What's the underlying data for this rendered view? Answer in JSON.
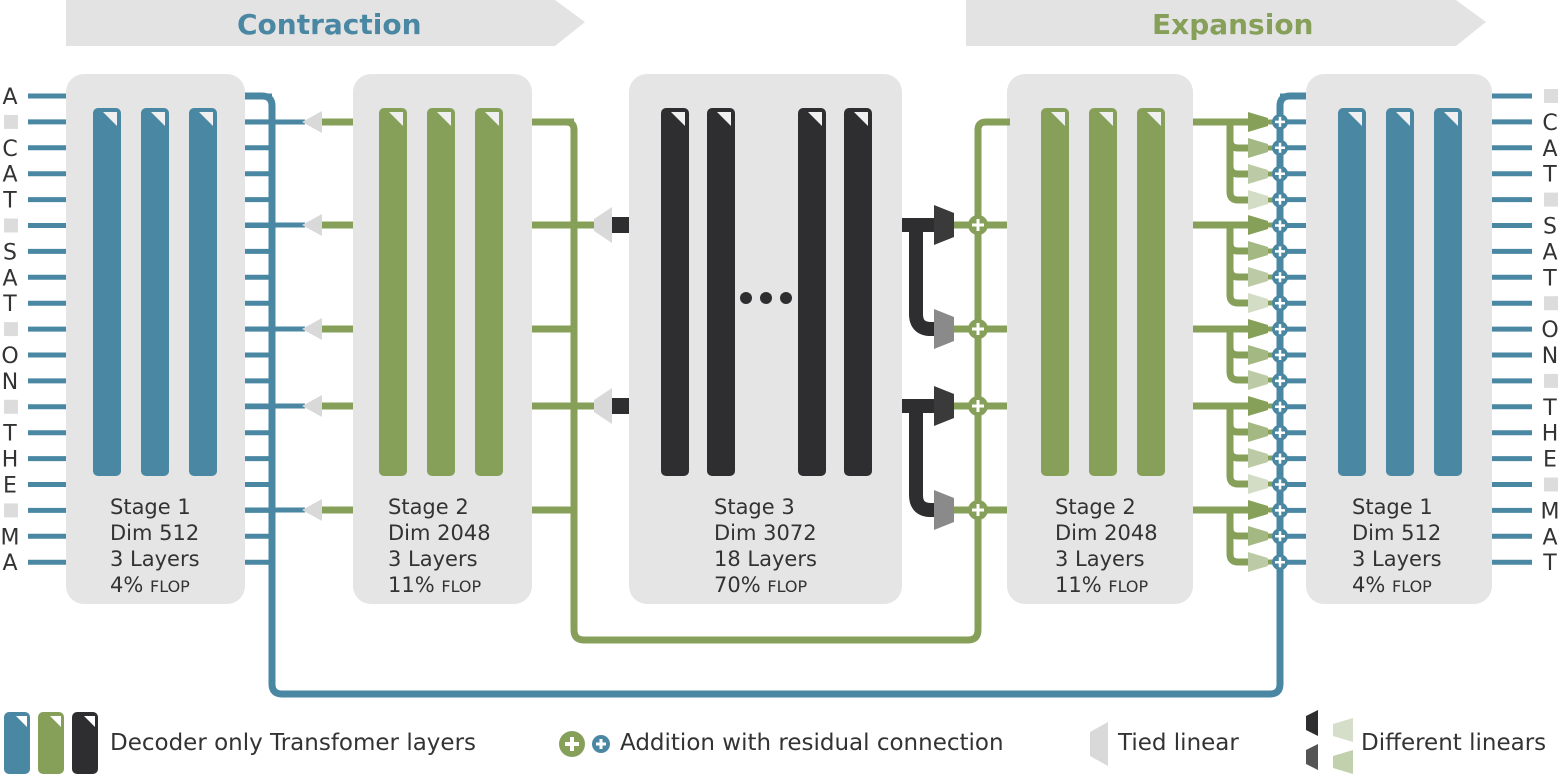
{
  "headers": {
    "contraction": "Contraction",
    "expansion": "Expansion"
  },
  "stages": [
    {
      "id": "enc1",
      "name": "Stage 1",
      "dim": "Dim 512",
      "layers": "3 Layers",
      "flop_pct": "4%",
      "flop_unit": "FLOP"
    },
    {
      "id": "enc2",
      "name": "Stage 2",
      "dim": "Dim 2048",
      "layers": "3 Layers",
      "flop_pct": "11%",
      "flop_unit": "FLOP"
    },
    {
      "id": "mid3",
      "name": "Stage 3",
      "dim": "Dim 3072",
      "layers": "18 Layers",
      "flop_pct": "70%",
      "flop_unit": "FLOP"
    },
    {
      "id": "dec2",
      "name": "Stage 2",
      "dim": "Dim 2048",
      "layers": "3 Layers",
      "flop_pct": "11%",
      "flop_unit": "FLOP"
    },
    {
      "id": "dec1",
      "name": "Stage 1",
      "dim": "Dim 512",
      "layers": "3 Layers",
      "flop_pct": "4%",
      "flop_unit": "FLOP"
    }
  ],
  "input_tokens": [
    "A",
    "■",
    "C",
    "A",
    "T",
    "■",
    "S",
    "A",
    "T",
    "■",
    "O",
    "N",
    "■",
    "T",
    "H",
    "E",
    "■",
    "M",
    "A"
  ],
  "output_tokens": [
    "■",
    "C",
    "A",
    "T",
    "■",
    "S",
    "A",
    "T",
    "■",
    "O",
    "N",
    "■",
    "T",
    "H",
    "E",
    "■",
    "M",
    "A",
    "T"
  ],
  "legend": {
    "layers": "Decoder only Transfomer layers",
    "addition": "Addition with residual connection",
    "tied": "Tied linear",
    "different": "Different linears"
  },
  "colors": {
    "blue": "#4a87a3",
    "green": "#86a05a",
    "dark": "#2e2e30",
    "panel": "#e5e5e5",
    "header_bg": "#e3e3e3"
  }
}
